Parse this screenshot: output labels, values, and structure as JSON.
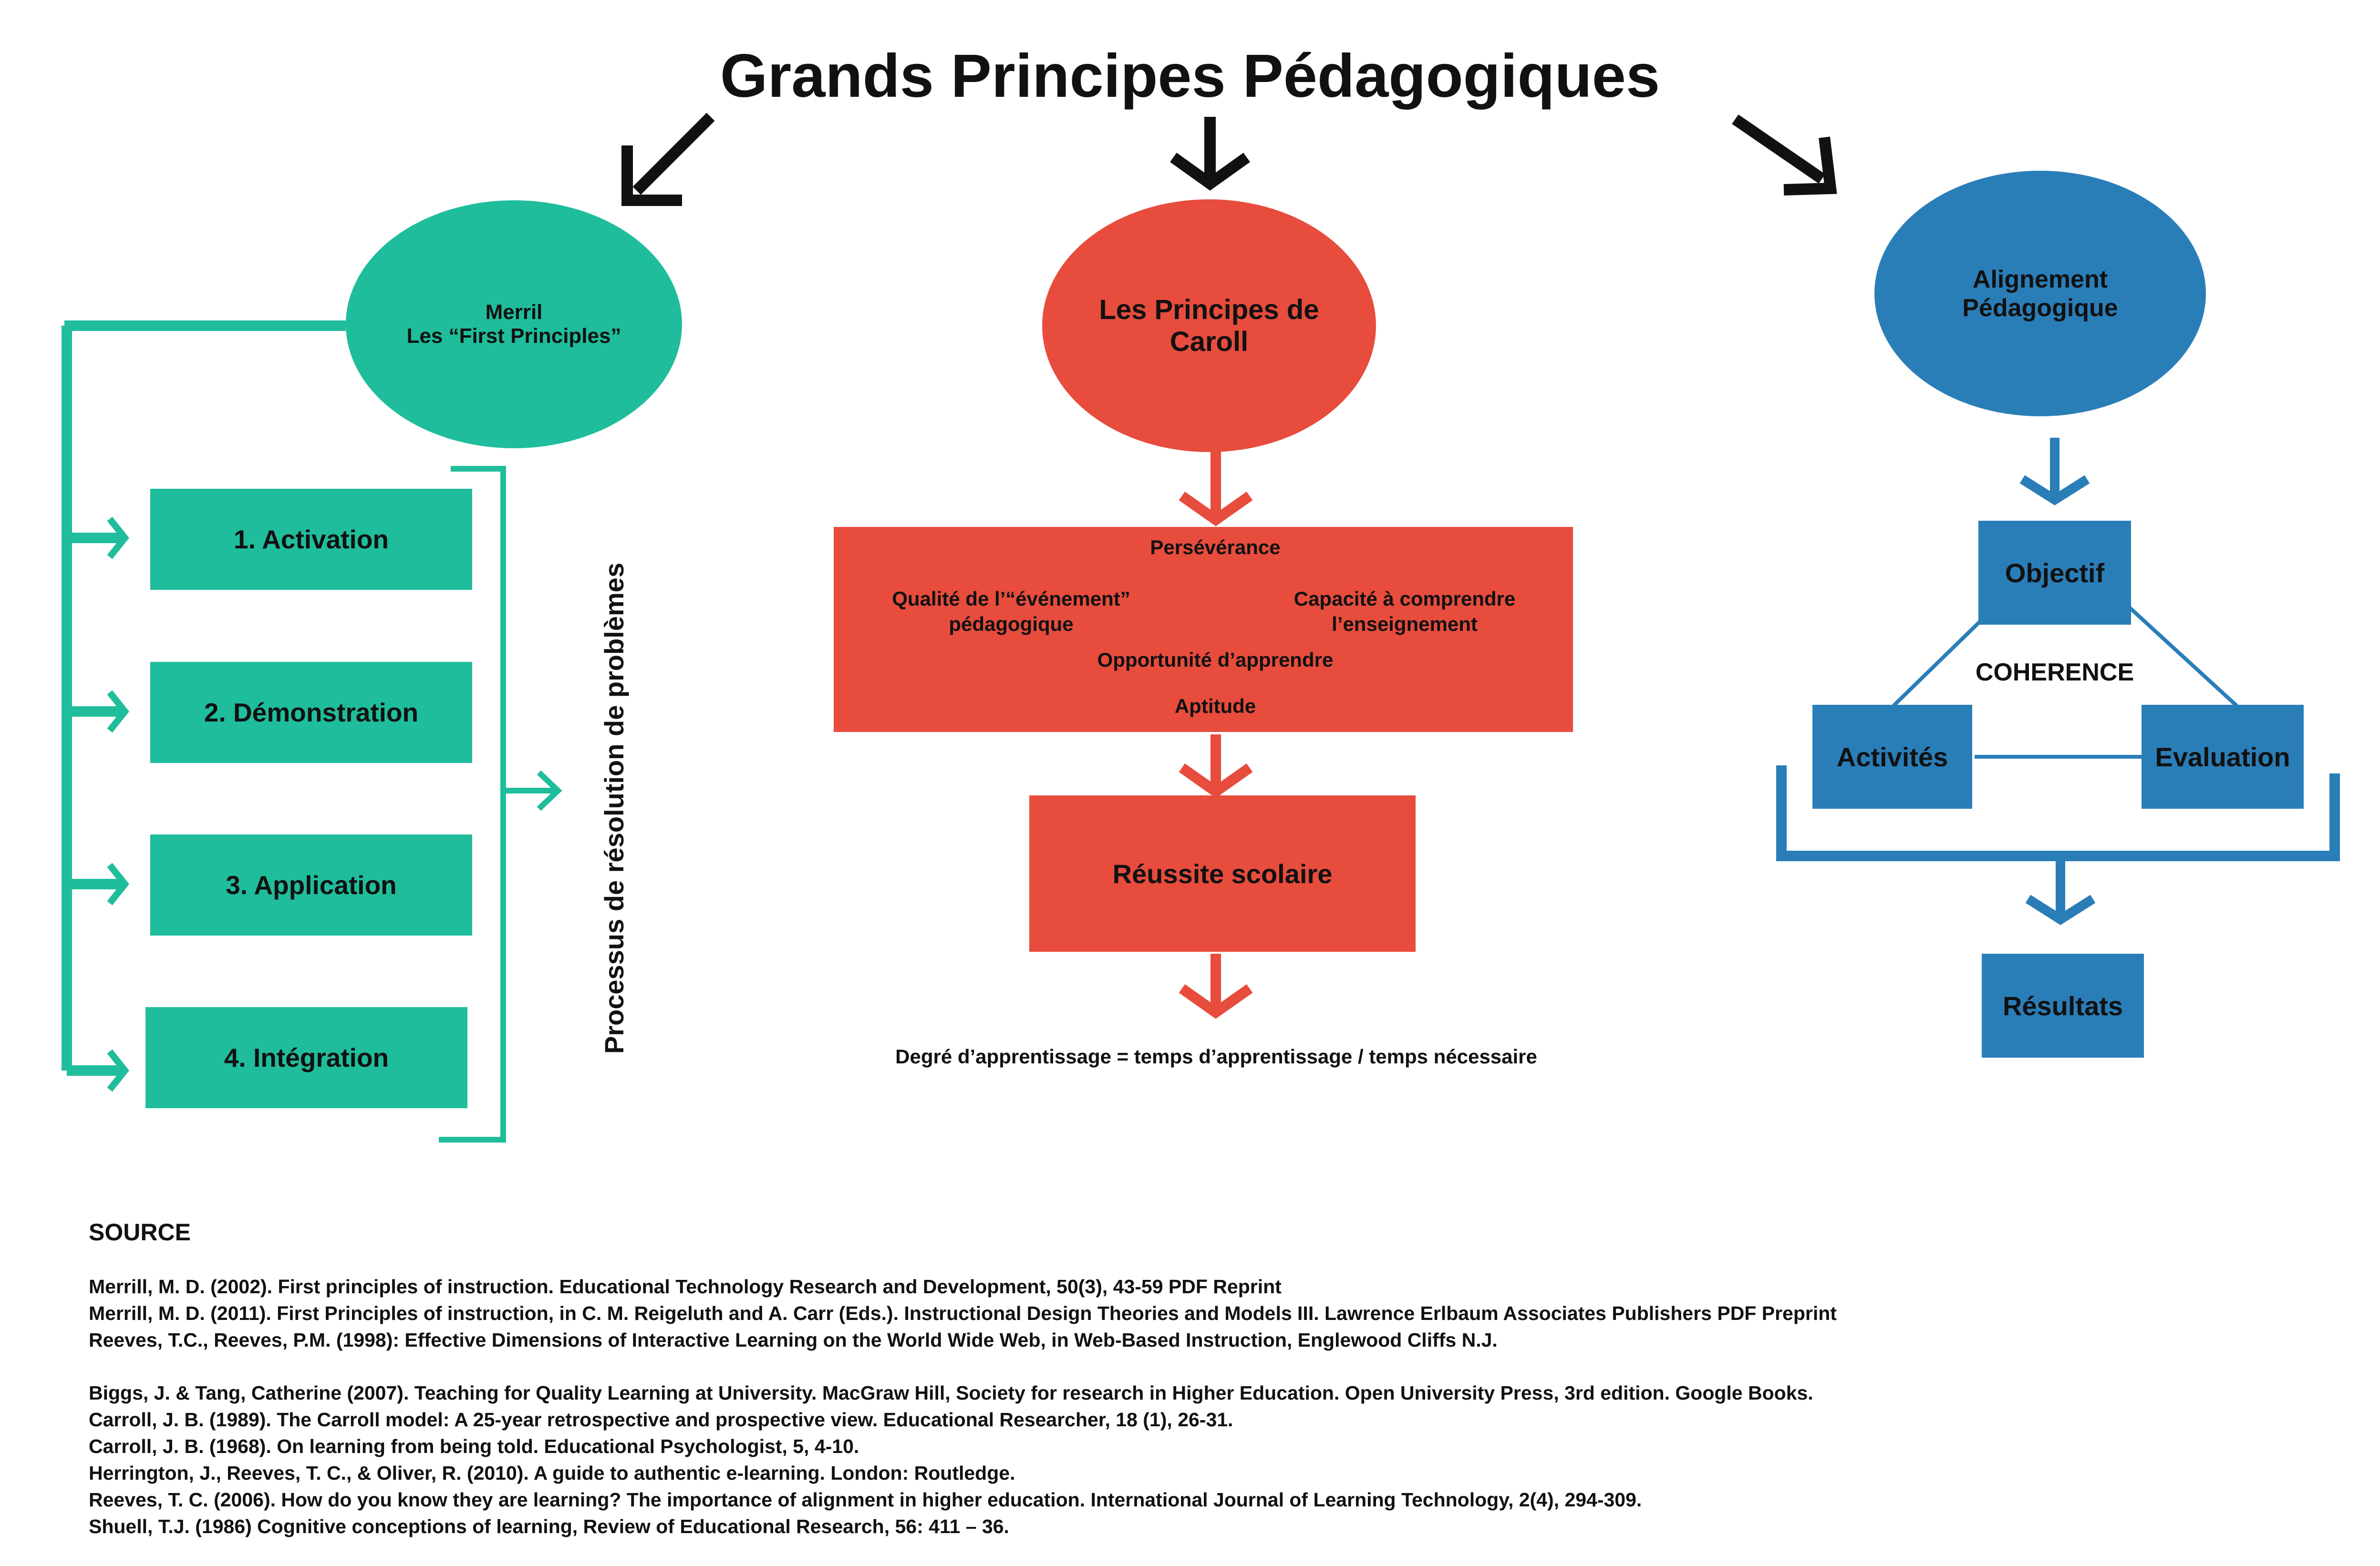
{
  "title": "Grands Principes Pédagogiques",
  "colors": {
    "green": "#1fbd9b",
    "red": "#e74c3d",
    "blue": "#2a7eb8",
    "black": "#111111"
  },
  "merrill": {
    "heading_line1": "Merril",
    "heading_line2": "Les “First Principles”",
    "steps": [
      "1. Activation",
      "2. Démonstration",
      "3. Application",
      "4. Intégration"
    ],
    "side_label": "Processus de résolution de problèmes"
  },
  "carroll": {
    "heading_line1": "Les Principes de",
    "heading_line2": "Caroll",
    "factors": {
      "perseverance": "Persévérance",
      "qualite_line1": "Qualité de l’“événement”",
      "qualite_line2": "pédagogique",
      "capacite_line1": "Capacité à comprendre",
      "capacite_line2": "l’enseignement",
      "opportunite": "Opportunité d’apprendre",
      "aptitude": "Aptitude"
    },
    "result": "Réussite scolaire",
    "formula": "Degré d’apprentissage = temps d’apprentissage / temps nécessaire"
  },
  "alignement": {
    "heading_line1": "Alignement",
    "heading_line2": "Pédagogique",
    "objectif": "Objectif",
    "coherence": "COHERENCE",
    "activites": "Activités",
    "evaluation": "Evaluation",
    "resultats": "Résultats"
  },
  "source": {
    "heading": "SOURCE",
    "group1": [
      "Merrill, M. D. (2002). First principles of instruction. Educational Technology Research and Development, 50(3), 43-59 PDF Reprint",
      "Merrill, M. D. (2011). First Principles of instruction, in C. M. Reigeluth and A. Carr (Eds.). Instructional Design Theories and Models III. Lawrence Erlbaum Associates Publishers PDF Preprint",
      "Reeves, T.C., Reeves, P.M. (1998): Effective Dimensions of Interactive Learning on the World Wide Web, in Web-Based Instruction, Englewood Cliffs N.J."
    ],
    "group2": [
      "Biggs, J. & Tang, Catherine (2007). Teaching for Quality Learning at University. MacGraw Hill, Society for research in Higher Education. Open University Press, 3rd edition. Google Books.",
      "Carroll, J. B. (1989). The Carroll model: A 25-year retrospective and prospective view. Educational Researcher, 18 (1), 26-31.",
      "Carroll, J. B. (1968). On learning from being told. Educational Psychologist, 5, 4-10.",
      "Herrington, J., Reeves, T. C., & Oliver, R. (2010). A guide to authentic e-learning. London: Routledge.",
      "Reeves, T. C. (2006). How do you know they are learning? The importance of alignment in higher education. International Journal of Learning Technology, 2(4), 294-309.",
      "Shuell, T.J. (1986) Cognitive conceptions of learning, Review of Educational Research, 56: 411 – 36."
    ]
  }
}
